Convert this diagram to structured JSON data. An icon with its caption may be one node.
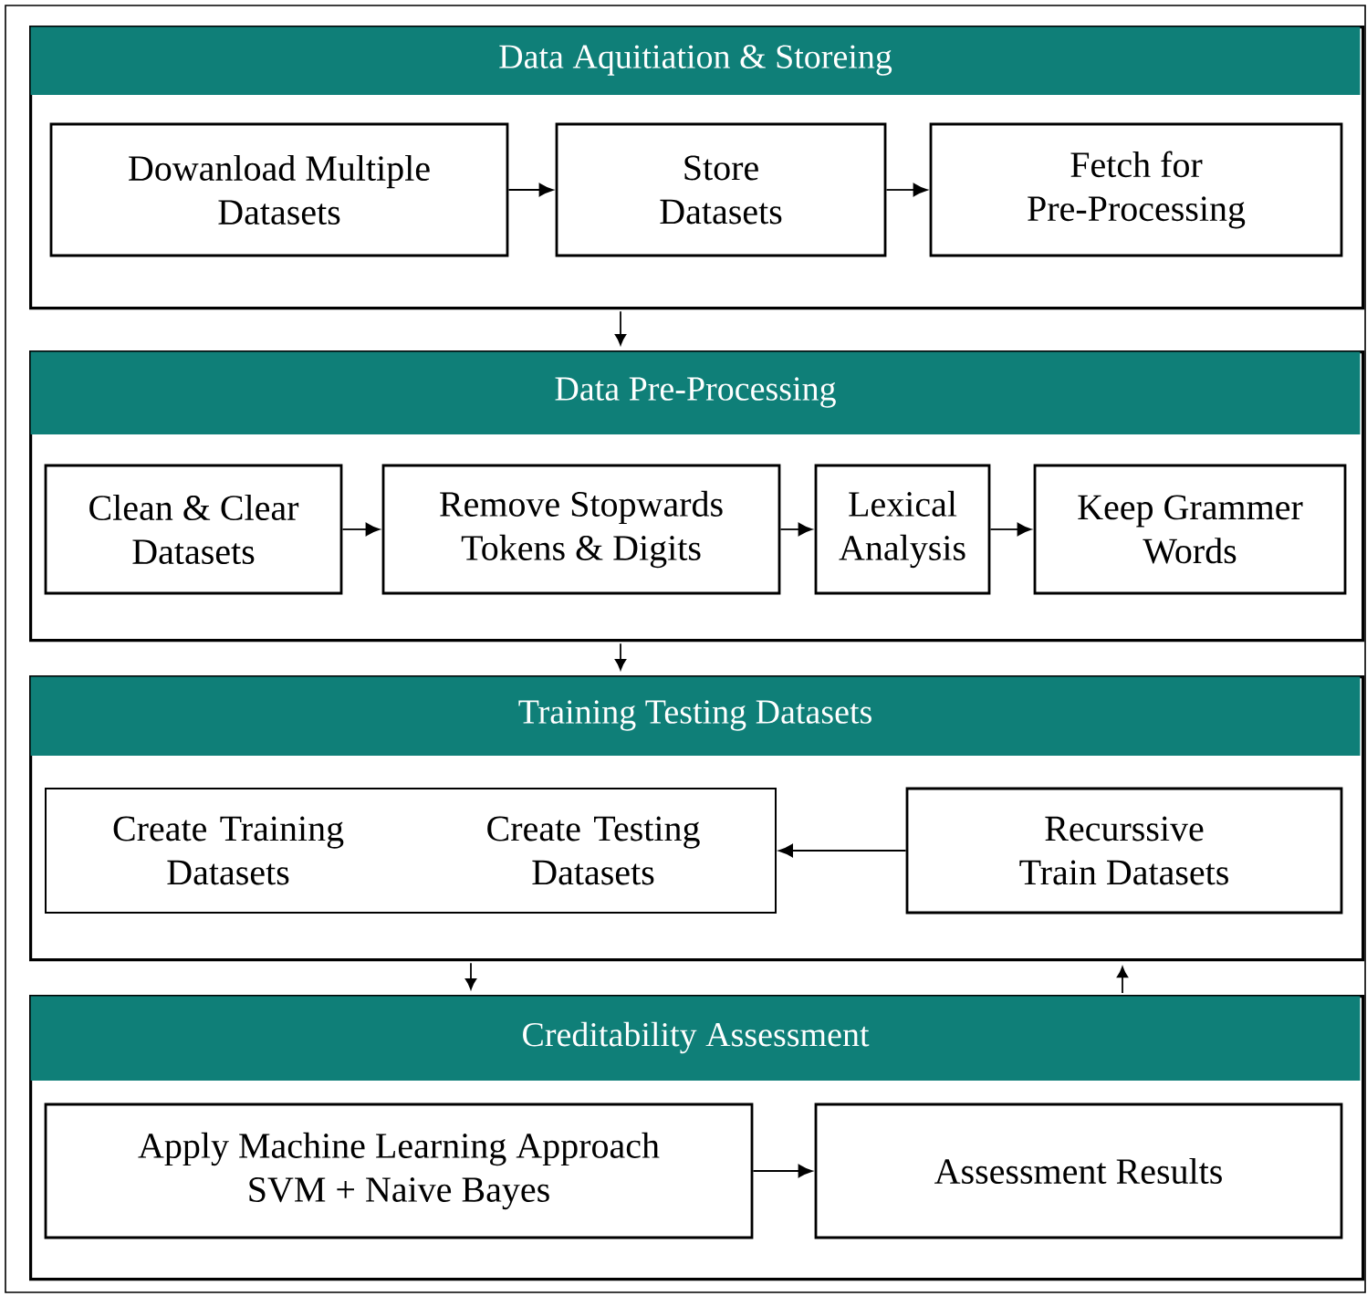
{
  "diagram": {
    "nodes": [
      {
        "text": [
          "Data Aquitiation & Storeing"
        ]
      },
      {
        "text": [
          "Dowanload Multiple Datasets"
        ],
        "in": 0
      },
      {
        "text": [
          "Store Datasets"
        ],
        "in": 0
      },
      {
        "text": [
          "Fetch for Pre-Processing"
        ],
        "in": 0
      },
      {
        "text": [
          "Data Pre-Processing"
        ]
      },
      {
        "text": [
          "Clean & Clear Datasets"
        ],
        "in": 4
      },
      {
        "text": [
          "Remove Stopwards Tokens & Digits"
        ],
        "in": 4
      },
      {
        "text": [
          "Lexical Analysis"
        ],
        "in": 4
      },
      {
        "text": [
          "Keep Grammer Words"
        ],
        "in": 4
      },
      {
        "text": [
          "Training Testing Datasets"
        ]
      },
      {
        "text": [
          "Create Training Datasets",
          "Create Testing Datasets"
        ],
        "in": 9
      },
      {
        "text": [
          "Recurssive Train Datasets"
        ],
        "in": 9
      },
      {
        "text": [
          "Creditability Assessment"
        ]
      },
      {
        "text": [
          "Apply Machine Learning Approach SVM + Naive Bayes"
        ],
        "in": 12
      },
      {
        "text": [
          "Assessment Results"
        ],
        "in": 12
      }
    ],
    "edges": [
      {
        "from": 1,
        "to": 2,
        "arrow": "to"
      },
      {
        "from": 2,
        "to": 3,
        "arrow": "to"
      },
      {
        "from": 0,
        "to": 4,
        "arrow": "to"
      },
      {
        "from": 5,
        "to": 6,
        "arrow": "to"
      },
      {
        "from": 6,
        "to": 7,
        "arrow": "to"
      },
      {
        "from": 7,
        "to": 8,
        "arrow": "to"
      },
      {
        "from": 4,
        "to": 9,
        "arrow": "to"
      },
      {
        "from": 11,
        "to": 10,
        "arrow": "to"
      },
      {
        "from": 9,
        "to": 12,
        "arrow": "to"
      },
      {
        "from": 12,
        "to": 9,
        "arrow": "to"
      },
      {
        "from": 13,
        "to": 14,
        "arrow": "to"
      }
    ]
  }
}
